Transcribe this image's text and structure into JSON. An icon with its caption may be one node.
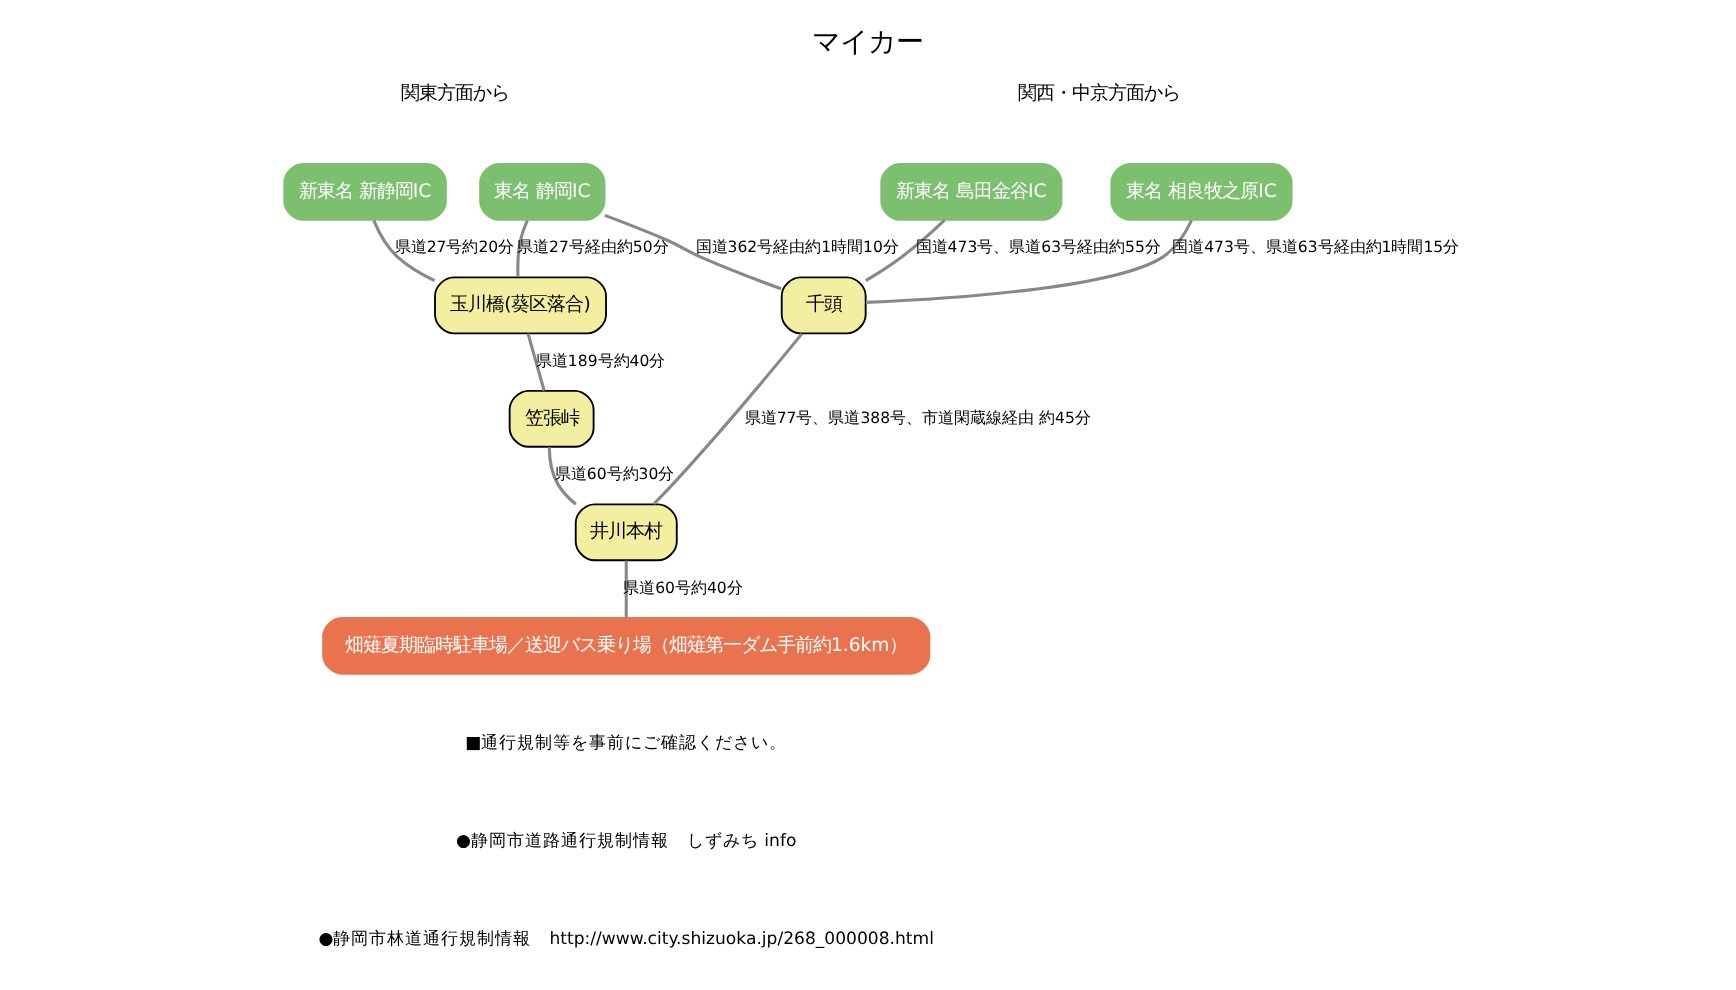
{
  "diagram": {
    "title": "マイカー",
    "nodes": [
      {
        "text": [
          "新東名 新静岡IC"
        ]
      },
      {
        "text": [
          "東名 静岡IC"
        ]
      },
      {
        "text": [
          "新東名 島田金谷IC"
        ]
      },
      {
        "text": [
          "東名 相良牧之原IC"
        ]
      },
      {
        "text": [
          "玉川橋(葵区落合)"
        ]
      },
      {
        "text": [
          "笠張峠"
        ]
      },
      {
        "text": [
          "千頭"
        ]
      },
      {
        "text": [
          "井川本村"
        ]
      },
      {
        "text": [
          "畑薙夏期臨時駐車場／送迎バス乗り場（畑薙第一ダム手前約1.6km）"
        ]
      }
    ],
    "edges": [
      {
        "from": 0,
        "to": 4,
        "arrow": "none",
        "label": "県道27号約20分"
      },
      {
        "from": 1,
        "to": 4,
        "arrow": "none",
        "label": "県道27号経由約50分"
      },
      {
        "from": 1,
        "to": 6,
        "arrow": "none",
        "label": "国道362号経由約1時間10分"
      },
      {
        "from": 2,
        "to": 6,
        "arrow": "none",
        "label": "国道473号、県道63号経由約55分"
      },
      {
        "from": 3,
        "to": 6,
        "arrow": "none",
        "label": "国道473号、県道63号経由約1時間15分"
      },
      {
        "from": 4,
        "to": 5,
        "arrow": "none",
        "label": "県道189号約40分"
      },
      {
        "from": 6,
        "to": 7,
        "arrow": "none",
        "label": "県道77号、県道388号、市道閑蔵線経由 約45分"
      },
      {
        "from": 5,
        "to": 7,
        "arrow": "none",
        "label": "県道60号約30分"
      },
      {
        "from": 7,
        "to": 8,
        "arrow": "none",
        "label": "県道60号約40分"
      }
    ],
    "labels": [
      "関東方面から",
      "関西・中京方面から",
      "■通行規制等を事前にご確認ください。",
      "●静岡市道路通行規制情報　しずみち info",
      "●静岡市林道通行規制情報　http://www.city.shizuoka.jp/268_000008.html"
    ]
  }
}
